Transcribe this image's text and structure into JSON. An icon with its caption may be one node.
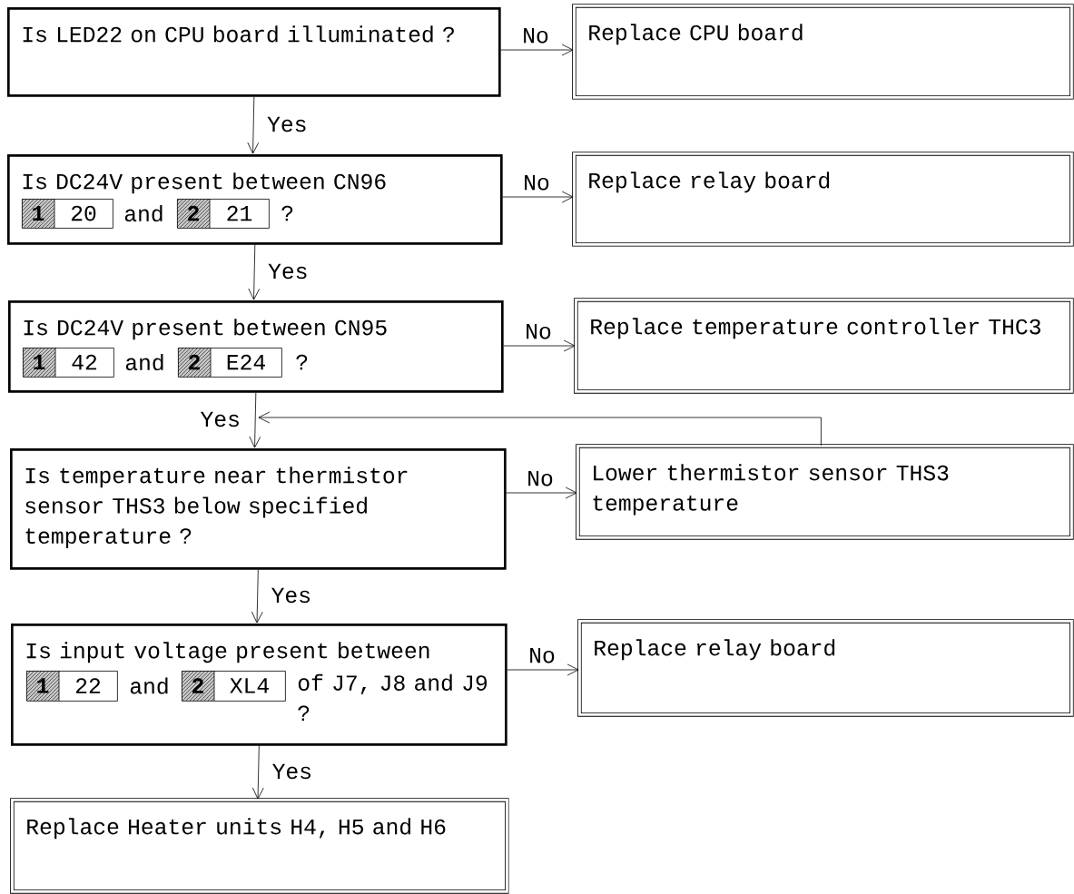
{
  "diagram": {
    "nodes": [
      {
        "text": [
          "Is LED22 on CPU board illuminated ?"
        ]
      },
      {
        "text": [
          "Replace CPU board"
        ]
      },
      {
        "text": [
          "Is DC24V present between CN96",
          "and",
          "?"
        ]
      },
      {
        "text": [
          "1",
          "20"
        ],
        "in": 2
      },
      {
        "text": [
          "2",
          "21"
        ],
        "in": 2
      },
      {
        "text": [
          "Replace relay board"
        ]
      },
      {
        "text": [
          "Is DC24V present between CN95",
          "and",
          "?"
        ]
      },
      {
        "text": [
          "1",
          "42"
        ],
        "in": 6
      },
      {
        "text": [
          "2",
          "E24"
        ],
        "in": 6
      },
      {
        "text": [
          "Replace temperature controller THC3"
        ]
      },
      {
        "text": [
          "Is temperature near thermistor sensor THS3 below specified temperature ?"
        ]
      },
      {
        "text": [
          "Lower thermistor sensor THS3 temperature"
        ]
      },
      {
        "text": [
          "Is input voltage present between",
          "and",
          "of J7, J8 and J9 ?"
        ]
      },
      {
        "text": [
          "1",
          "22"
        ],
        "in": 12
      },
      {
        "text": [
          "2",
          "XL4"
        ],
        "in": 12
      },
      {
        "text": [
          "Replace relay board"
        ]
      },
      {
        "text": [
          "Replace Heater units H4, H5 and H6"
        ]
      }
    ],
    "edges": [
      {
        "from": 0,
        "to": 1,
        "arrow": "to",
        "label": "No"
      },
      {
        "from": 0,
        "to": 2,
        "arrow": "to",
        "label": "Yes"
      },
      {
        "from": 2,
        "to": 5,
        "arrow": "to",
        "label": "No"
      },
      {
        "from": 2,
        "to": 6,
        "arrow": "to",
        "label": "Yes"
      },
      {
        "from": 6,
        "to": 9,
        "arrow": "to",
        "label": "No"
      },
      {
        "from": 6,
        "to": 10,
        "arrow": "to",
        "label": "Yes"
      },
      {
        "from": 10,
        "to": 11,
        "arrow": "to",
        "label": "No"
      },
      {
        "from": 11,
        "to": 10,
        "arrow": "to"
      },
      {
        "from": 10,
        "to": 12,
        "arrow": "to",
        "label": "Yes"
      },
      {
        "from": 12,
        "to": 15,
        "arrow": "to",
        "label": "No"
      },
      {
        "from": 12,
        "to": 16,
        "arrow": "to",
        "label": "Yes"
      }
    ]
  }
}
